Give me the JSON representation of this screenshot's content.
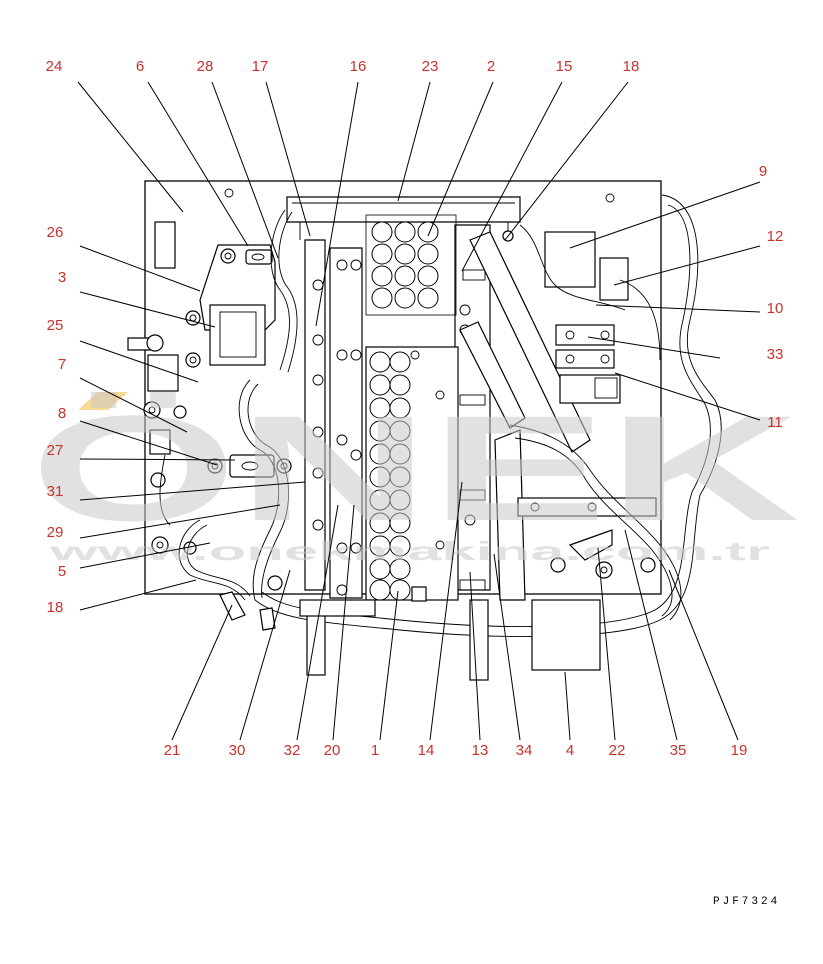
{
  "callouts": [
    {
      "id": "c24",
      "label": "24"
    },
    {
      "id": "c6",
      "label": "6"
    },
    {
      "id": "c28",
      "label": "28"
    },
    {
      "id": "c17",
      "label": "17"
    },
    {
      "id": "c16",
      "label": "16"
    },
    {
      "id": "c23",
      "label": "23"
    },
    {
      "id": "c2",
      "label": "2"
    },
    {
      "id": "c15",
      "label": "15"
    },
    {
      "id": "c18a",
      "label": "18"
    },
    {
      "id": "c9",
      "label": "9"
    },
    {
      "id": "c12",
      "label": "12"
    },
    {
      "id": "c10",
      "label": "10"
    },
    {
      "id": "c33",
      "label": "33"
    },
    {
      "id": "c11",
      "label": "11"
    },
    {
      "id": "c26",
      "label": "26"
    },
    {
      "id": "c3",
      "label": "3"
    },
    {
      "id": "c25",
      "label": "25"
    },
    {
      "id": "c7",
      "label": "7"
    },
    {
      "id": "c8",
      "label": "8"
    },
    {
      "id": "c27",
      "label": "27"
    },
    {
      "id": "c31",
      "label": "31"
    },
    {
      "id": "c29",
      "label": "29"
    },
    {
      "id": "c5",
      "label": "5"
    },
    {
      "id": "c18b",
      "label": "18"
    },
    {
      "id": "c21",
      "label": "21"
    },
    {
      "id": "c30",
      "label": "30"
    },
    {
      "id": "c32",
      "label": "32"
    },
    {
      "id": "c20",
      "label": "20"
    },
    {
      "id": "c1",
      "label": "1"
    },
    {
      "id": "c14",
      "label": "14"
    },
    {
      "id": "c13",
      "label": "13"
    },
    {
      "id": "c34",
      "label": "34"
    },
    {
      "id": "c4",
      "label": "4"
    },
    {
      "id": "c22",
      "label": "22"
    },
    {
      "id": "c35",
      "label": "35"
    },
    {
      "id": "c19",
      "label": "19"
    }
  ],
  "drawing_code": "PJF7324",
  "watermark": {
    "logo": "ÖNEK",
    "url": "www.onekmakina.com.tr"
  },
  "colors": {
    "callout": "#c8322d",
    "line": "#000000",
    "watermark": "#c9c9c9",
    "logo_accent": "#f0b429"
  }
}
